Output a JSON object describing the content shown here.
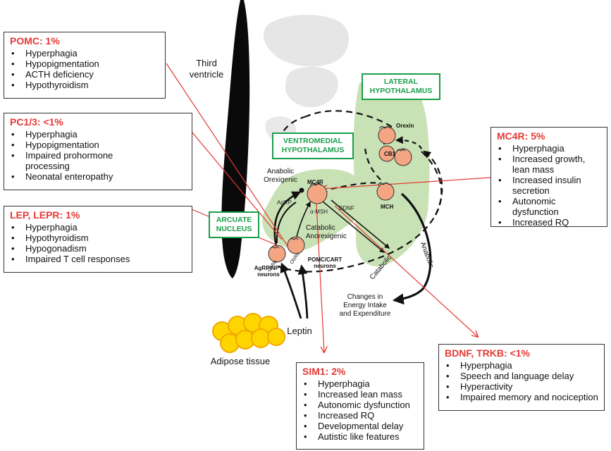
{
  "colors": {
    "accent_red": "#e53935",
    "region_green": "#1a9e4a",
    "tissue_green": "#c9e2b5",
    "neuron": "#f4a582",
    "fat_yellow": "#ffd500"
  },
  "labels": {
    "third_ventricle": "Third ventricle",
    "lateral_hypothalamus": "LATERAL HYPOTHALAMUS",
    "ventromedial_hypothalamus": "VENTROMEDIAL HYPOTHALAMUS",
    "arcuate_nucleus": "ARCUATE NUCLEUS",
    "orexin": "Orexin",
    "cb1": "CB1",
    "mc4r": "MC4R",
    "mch": "MCH",
    "anabolic_orexigenic": "Anabolic Orexigenic",
    "catabolic_anorexigenic": "Catabolic Anorexigenic",
    "agrp": "AgRP",
    "alpha_msh": "α-MSH",
    "bdnf": "BDNF",
    "obrb_left": "ObRb",
    "obrb_right": "ObRb",
    "agrp_npy_neurons": "AgRP/NPY neurons",
    "pomc_cart_neurons": "POMC/CART neurons",
    "catabolic": "Catabolic",
    "anabolic": "Anabolic",
    "changes": "Changes in Energy Intake and Expenditure",
    "leptin": "Leptin",
    "adipose_tissue": "Adipose tissue"
  },
  "boxes": {
    "pomc": {
      "title": "POMC: 1%",
      "items": [
        "Hyperphagia",
        "Hypopigmentation",
        "ACTH deficiency",
        "Hypothyroidism"
      ]
    },
    "pc13": {
      "title": "PC1/3: <1%",
      "items": [
        "Hyperphagia",
        "Hypopigmentation",
        "Impaired prohormone processing",
        "Neonatal enteropathy"
      ]
    },
    "lep": {
      "title": "LEP, LEPR: 1%",
      "items": [
        "Hyperphagia",
        "Hypothyroidism",
        "Hypogonadism",
        "Impaired T cell responses"
      ]
    },
    "mc4r": {
      "title": "MC4R: 5%",
      "items": [
        "Hyperphagia",
        "Increased growth, lean mass",
        "Increased insulin secretion",
        "Autonomic dysfunction",
        "Increased RQ"
      ]
    },
    "bdnf": {
      "title": "BDNF, TRKB: <1%",
      "items": [
        "Hyperphagia",
        "Speech and language delay",
        "Hyperactivity",
        "Impaired memory and nociception"
      ]
    },
    "sim1": {
      "title": "SIM1: 2%",
      "items": [
        "Hyperphagia",
        "Increased lean mass",
        "Autonomic dysfunction",
        "Increased RQ",
        "Developmental delay",
        "Autistic like features"
      ]
    }
  }
}
